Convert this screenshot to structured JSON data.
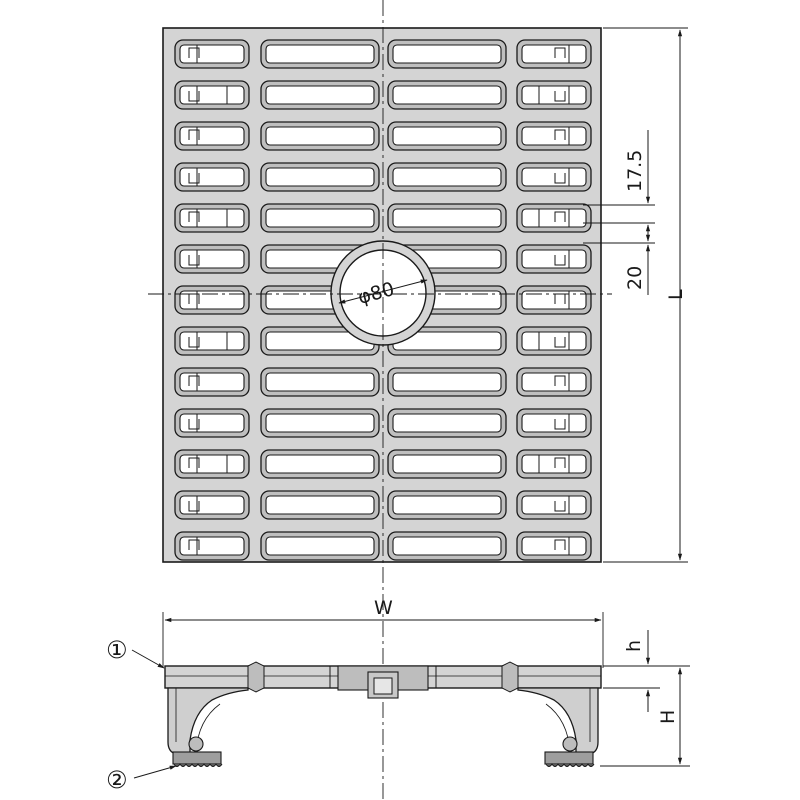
{
  "plan_view": {
    "dim_slot_pitch": "17.5",
    "dim_slot_width": "20",
    "dim_hole": "φ80",
    "dim_length": "L"
  },
  "side_view": {
    "dim_width": "W",
    "dim_h": "h",
    "dim_H": "H",
    "callout_1": "①",
    "callout_2": "②"
  }
}
